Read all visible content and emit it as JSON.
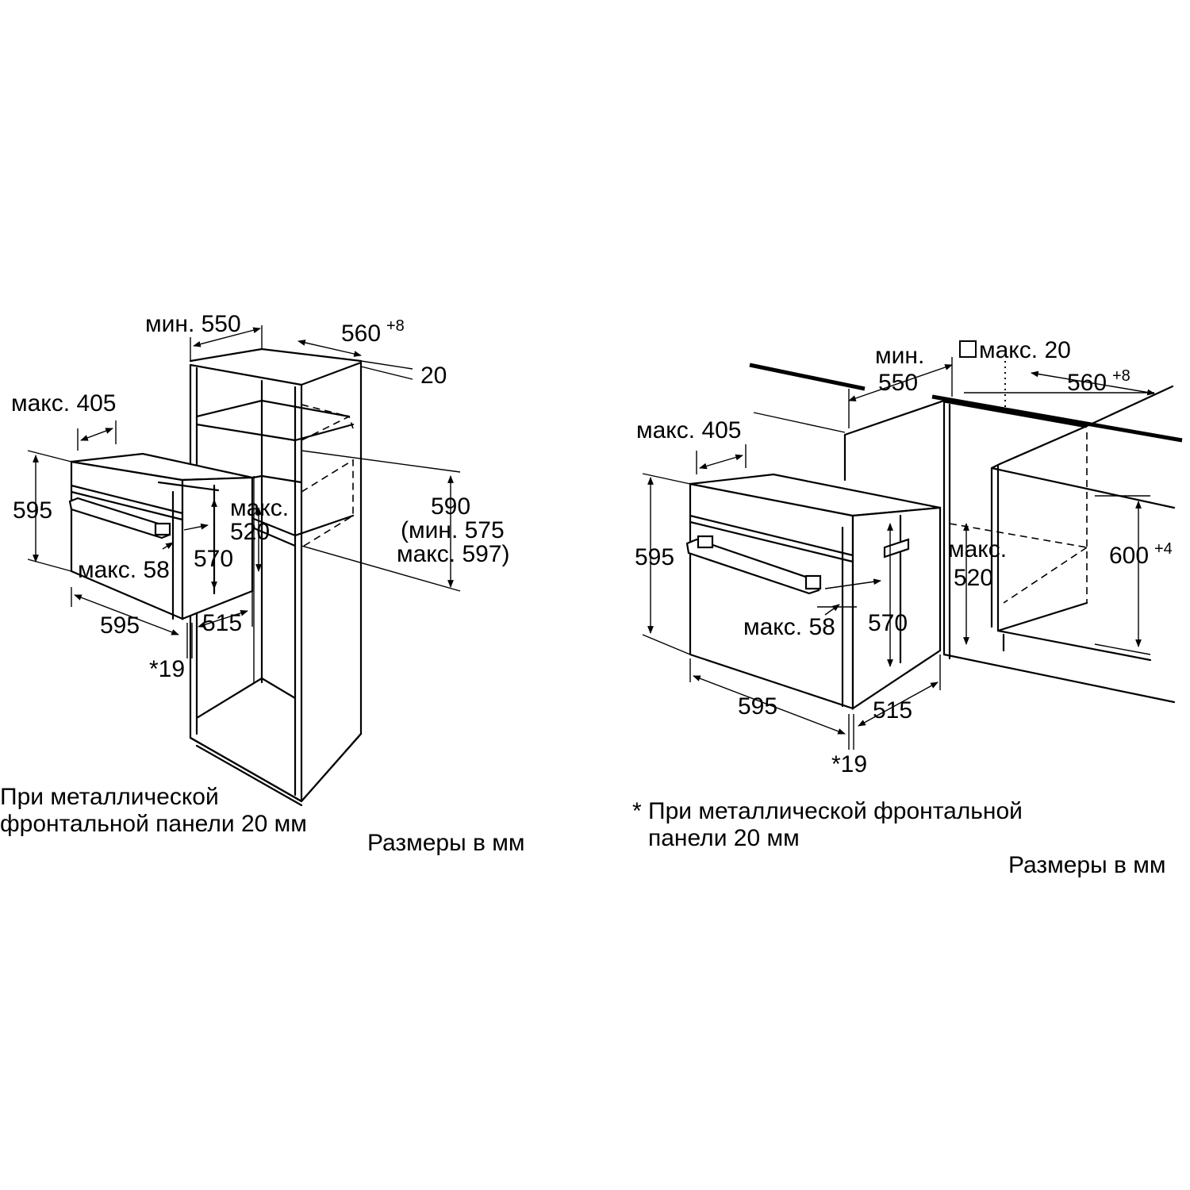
{
  "left": {
    "min_550": "мин. 550",
    "d560": "560",
    "d560_tol": "+8",
    "d20": "20",
    "max_405": "макс. 405",
    "d595_h": "595",
    "max_520_a": "макс.",
    "max_520_b": "520",
    "d590": "590",
    "d590_min": "(мин. 575",
    "d590_max": "макс. 597)",
    "d570": "570",
    "max_58": "макс. 58",
    "d595_w": "595",
    "d515": "515",
    "d19": "*19",
    "note_line1": "При металлической",
    "note_line2": "фронтальной панели 20 мм",
    "units": "Размеры в мм"
  },
  "right": {
    "min_550_a": "мин.",
    "min_550_b": "550",
    "max_20": "макс. 20",
    "d560": "560",
    "d560_tol": "+8",
    "max_405": "макс. 405",
    "d595_h": "595",
    "max_520_a": "макс.",
    "max_520_b": "520",
    "d600": "600",
    "d600_tol": "+4",
    "max_58": "макс. 58",
    "d570": "570",
    "d595_w": "595",
    "d515": "515",
    "d19": "*19",
    "note_line1": "* При металлической фронтальной",
    "note_line2": "панели 20 мм",
    "units": "Размеры в мм"
  }
}
